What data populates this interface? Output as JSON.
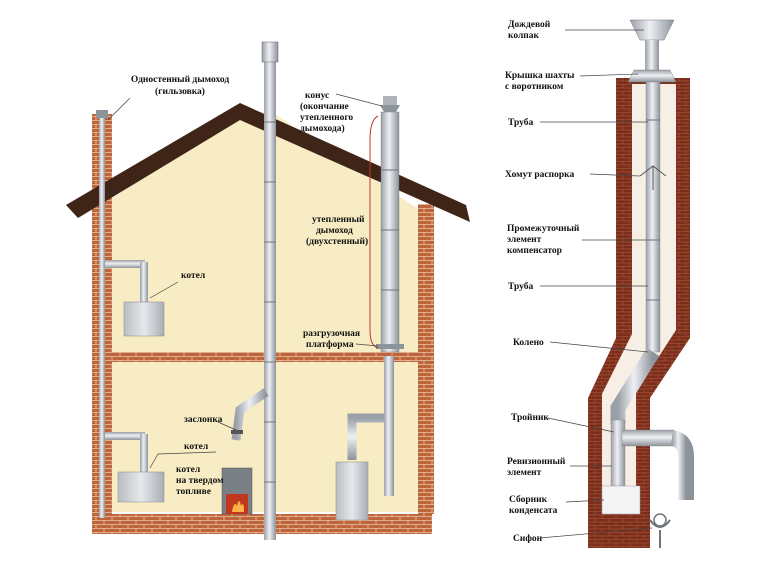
{
  "house": {
    "labels": {
      "single_wall_chimney_l1": "Одностенный дымоход",
      "single_wall_chimney_l2": "(гильзовка)",
      "cone_l1": "конус",
      "cone_l2": "(окончание",
      "cone_l3": "утепленного",
      "cone_l4": "дымохода)",
      "insulated_l1": "утепленный",
      "insulated_l2": "дымоход",
      "insulated_l3": "(двухстенный)",
      "unloading_l1": "разгрузочная",
      "unloading_l2": "платформа",
      "boiler_top": "котел",
      "damper": "заслонка",
      "boiler_bottom": "котел",
      "solid_fuel_l1": "котел",
      "solid_fuel_l2": "на твердом",
      "solid_fuel_l3": "топливе"
    }
  },
  "shaft": {
    "labels": {
      "rain_cap_l1": "Дождевой",
      "rain_cap_l2": "колпак",
      "shaft_cover_l1": "Крышка шахты",
      "shaft_cover_l2": "с воротником",
      "pipe_top": "Труба",
      "clamp": "Хомут распорка",
      "compensator_l1": "Промежуточный",
      "compensator_l2": "элемент",
      "compensator_l3": "компенсатор",
      "pipe_mid": "Труба",
      "elbow": "Колено",
      "tee": "Тройник",
      "inspection_l1": "Ревизионный",
      "inspection_l2": "элемент",
      "condensate_l1": "Сборник",
      "condensate_l2": "конденсата",
      "siphon": "Сифон"
    }
  },
  "colors": {
    "brick": "#c0643c",
    "shaft_brick": "#7a2c1c",
    "wall": "#f8ecc4",
    "roof": "#3f2418",
    "steel": "#c8ccd2"
  }
}
